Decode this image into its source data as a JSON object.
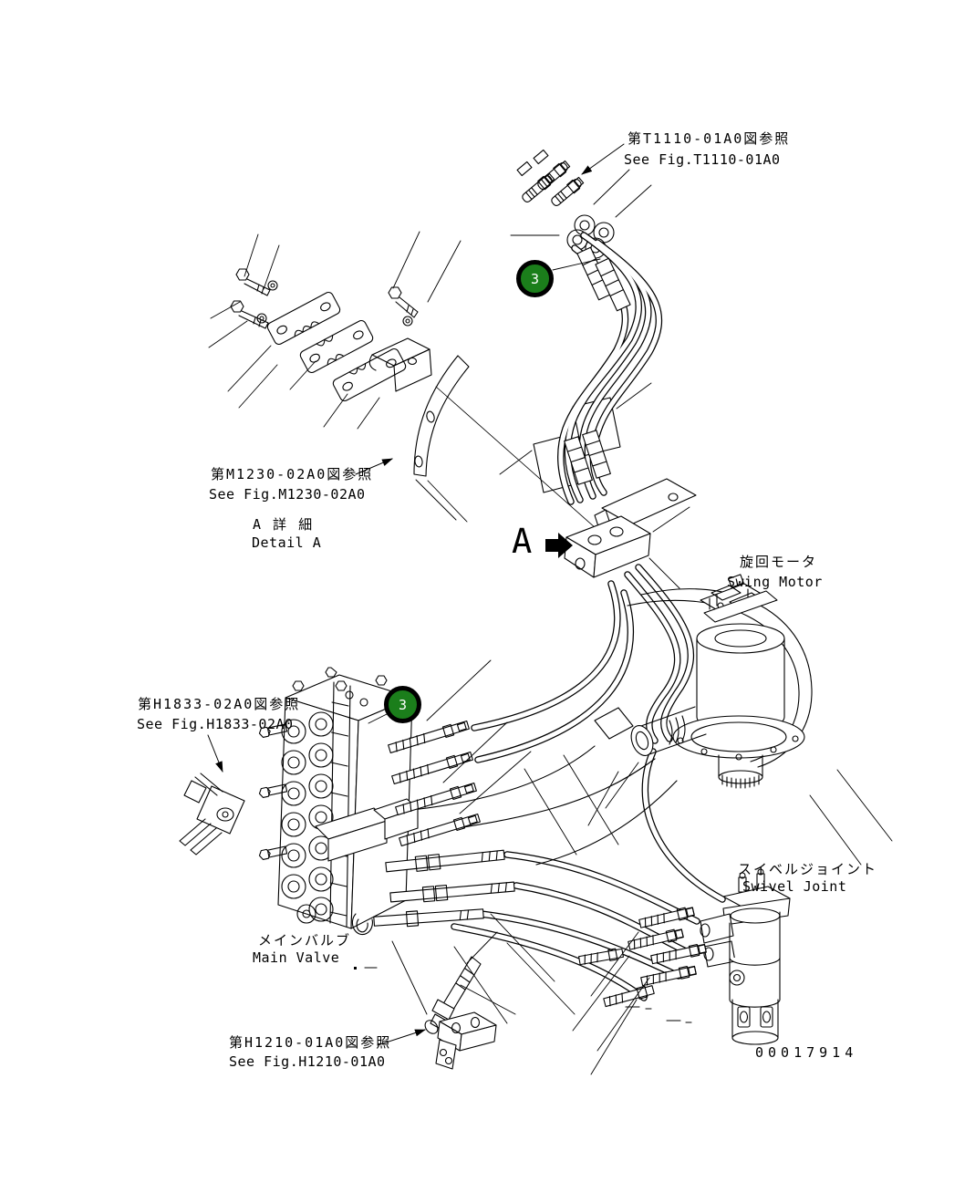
{
  "figure": {
    "drawing_number": "00017914",
    "section_label": "A",
    "callouts": [
      {
        "number": "3"
      },
      {
        "number": "3"
      }
    ],
    "labels": {
      "t1110": {
        "jp": "第T1110-01A0図参照",
        "en": "See Fig.T1110-01A0"
      },
      "m1230": {
        "jp": "第M1230-02A0図参照",
        "en": "See Fig.M1230-02A0"
      },
      "detail_a": {
        "jp": "A 詳 細",
        "en": "Detail A"
      },
      "swing_motor": {
        "jp": "旋回モータ",
        "en": "Swing Motor"
      },
      "h1833": {
        "jp": "第H1833-02A0図参照",
        "en": "See Fig.H1833-02A0"
      },
      "main_valve": {
        "jp": "メインバルブ",
        "en": "Main Valve"
      },
      "swivel_joint": {
        "jp": "スイベルジョイント",
        "en": "Swivel Joint"
      },
      "h1210": {
        "jp": "第H1210-01A0図参照",
        "en": "See Fig.H1210-01A0"
      }
    },
    "colors": {
      "callout_fill": "#1b7e1b",
      "callout_ring": "#000000",
      "callout_text": "#ffffff",
      "line": "#000000",
      "background": "#ffffff"
    }
  }
}
